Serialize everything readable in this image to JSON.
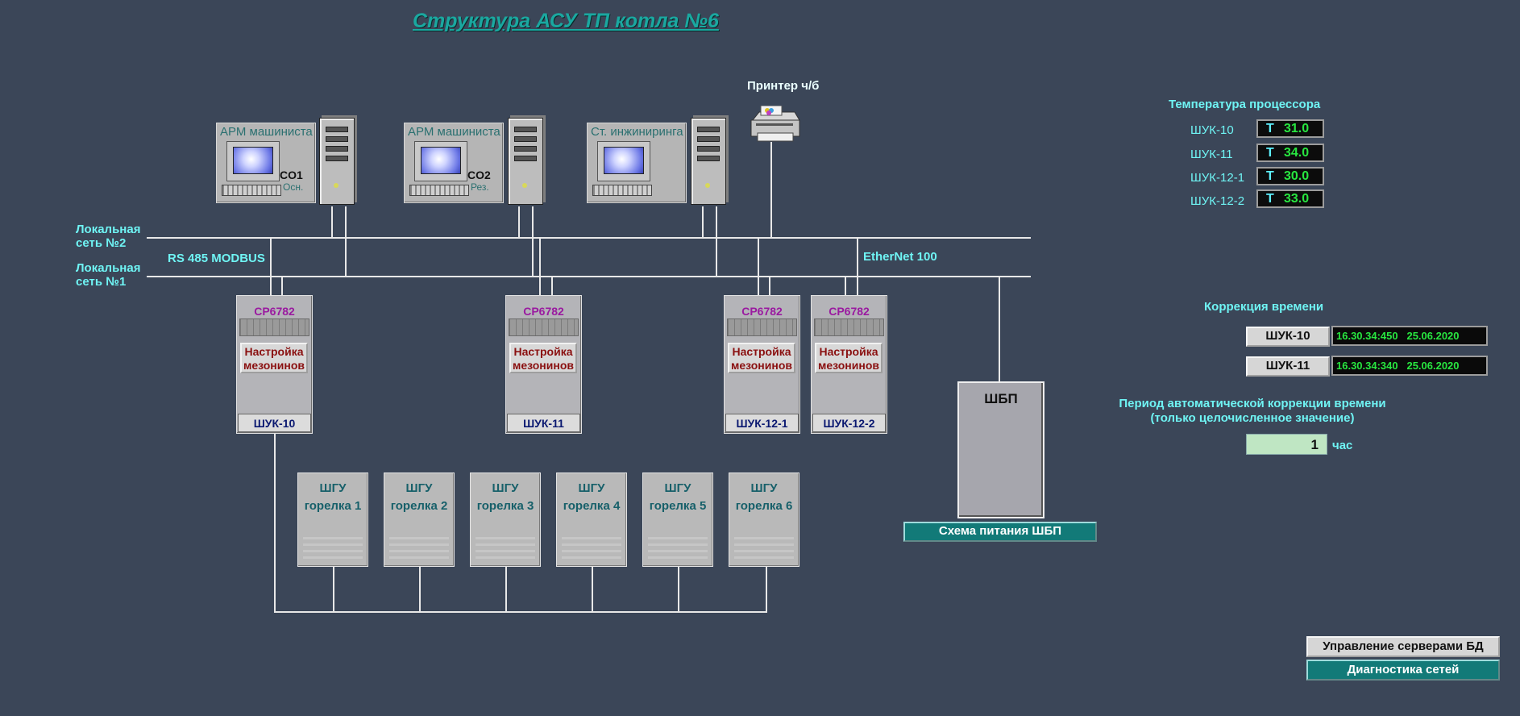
{
  "title": "Структура АСУ ТП котла №6",
  "network": {
    "lan2_line1": "Локальная",
    "lan2_line2": "сеть №2",
    "lan1_line1": "Локальная",
    "lan1_line2": "сеть №1",
    "rs485": "RS 485 MODBUS",
    "ethernet": "EtherNet 100"
  },
  "printer_label": "Принтер ч/б",
  "workstations": [
    {
      "label": "АРМ машиниста",
      "code": "CO1",
      "sub": "Осн."
    },
    {
      "label": "АРМ машиниста",
      "code": "CO2",
      "sub": "Рез."
    },
    {
      "label": "Ст. инжиниринга",
      "code": "",
      "sub": ""
    }
  ],
  "controllers": [
    {
      "model": "CP6782",
      "button": "Настройка мезонинов",
      "name": "ШУК-10"
    },
    {
      "model": "CP6782",
      "button": "Настройка мезонинов",
      "name": "ШУК-11"
    },
    {
      "model": "CP6782",
      "button": "Настройка мезонинов",
      "name": "ШУК-12-1"
    },
    {
      "model": "CP6782",
      "button": "Настройка мезонинов",
      "name": "ШУК-12-2"
    }
  ],
  "burners": [
    {
      "line1": "ШГУ",
      "line2": "горелка 1"
    },
    {
      "line1": "ШГУ",
      "line2": "горелка 2"
    },
    {
      "line1": "ШГУ",
      "line2": "горелка 3"
    },
    {
      "line1": "ШГУ",
      "line2": "горелка 4"
    },
    {
      "line1": "ШГУ",
      "line2": "горелка 5"
    },
    {
      "line1": "ШГУ",
      "line2": "горелка 6"
    }
  ],
  "shbp": {
    "label": "ШБП",
    "schema_button": "Схема питания ШБП"
  },
  "cpu_temp": {
    "title": "Температура процессора",
    "rows": [
      {
        "name": "ШУК-10",
        "prefix": "T",
        "value": "31.0"
      },
      {
        "name": "ШУК-11",
        "prefix": "T",
        "value": "34.0"
      },
      {
        "name": "ШУК-12-1",
        "prefix": "T",
        "value": "30.0"
      },
      {
        "name": "ШУК-12-2",
        "prefix": "T",
        "value": "33.0"
      }
    ]
  },
  "time_correction": {
    "title": "Коррекция времени",
    "rows": [
      {
        "button": "ШУК-10",
        "value": "16.30.34:450   25.06.2020"
      },
      {
        "button": "ШУК-11",
        "value": "16.30.34:340   25.06.2020"
      }
    ],
    "period_line1": "Период автоматической коррекции времени",
    "period_line2": "(только целочисленное значение)",
    "period_value": "1",
    "period_unit": "час"
  },
  "bottom_buttons": {
    "db_servers": "Управление серверами БД",
    "net_diag": "Диагностика сетей"
  },
  "colors": {
    "background": "#3b4658",
    "label_cyan": "#6ff4f4",
    "value_green": "#28e640",
    "model_purple": "#9a1aa0",
    "button_teal": "#127a78"
  }
}
